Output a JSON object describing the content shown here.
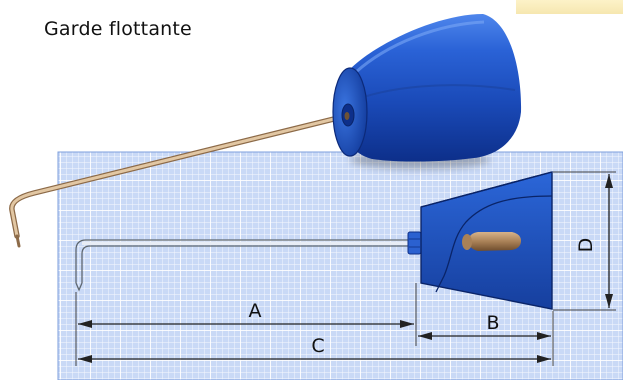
{
  "title": "Garde flottante",
  "dimensions": {
    "a": "A",
    "b": "B",
    "c": "C",
    "d": "D"
  },
  "colors": {
    "grid_background": "#c9d9f6",
    "grid_line": "#ffffff",
    "grip_blue": "#1f56c8",
    "grip_blue_dark": "#0e2f86",
    "wire": "#c9a37b",
    "wood": "#a07b52"
  }
}
